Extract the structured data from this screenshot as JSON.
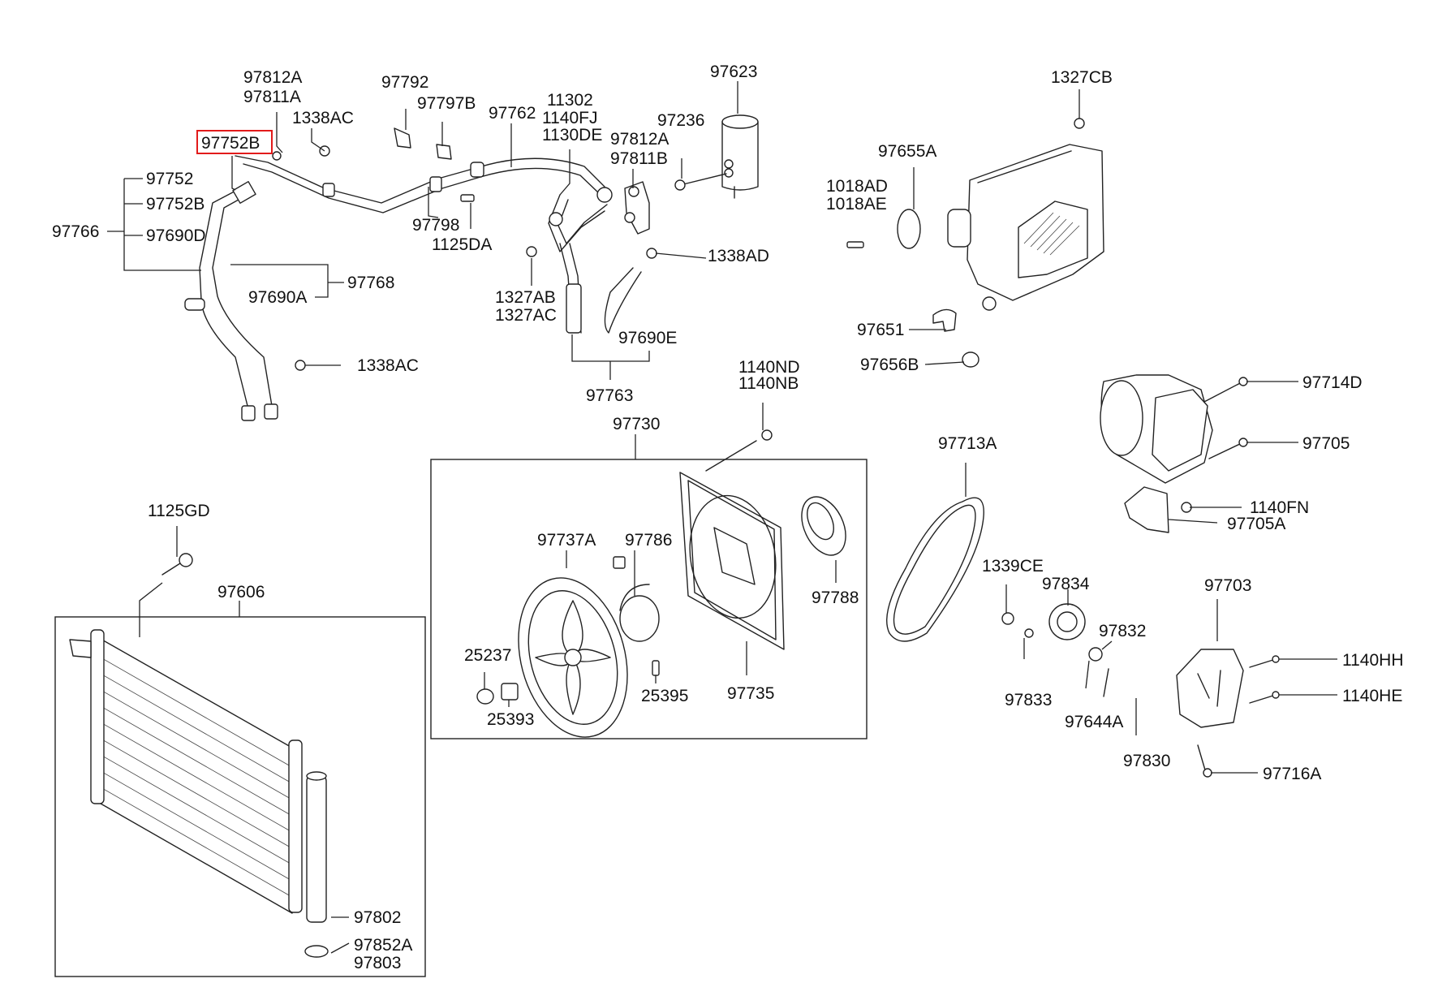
{
  "highlighted_part": "97752B",
  "labels": {
    "p97812A_a": "97812A",
    "p97811A": "97811A",
    "p1338AC_a": "1338AC",
    "p97752B_h": "97752B",
    "p97752": "97752",
    "p97752B": "97752B",
    "p97766": "97766",
    "p97690D": "97690D",
    "p97768": "97768",
    "p97690A": "97690A",
    "p1338AC_b": "1338AC",
    "p97792": "97792",
    "p97797B": "97797B",
    "p97762": "97762",
    "p11302": "11302",
    "p1140FJ": "1140FJ",
    "p1130DE": "1130DE",
    "p97812A_b": "97812A",
    "p97811B": "97811B",
    "p97798": "97798",
    "p1125DA": "1125DA",
    "p1327AB": "1327AB",
    "p1327AC": "1327AC",
    "p97690E": "97690E",
    "p97763": "97763",
    "p97623": "97623",
    "p97236": "97236",
    "p1338AD": "1338AD",
    "p1327CB": "1327CB",
    "p97655A": "97655A",
    "p1018AD": "1018AD",
    "p1018AE": "1018AE",
    "p97651": "97651",
    "p97656B": "97656B",
    "p1140ND": "1140ND",
    "p1140NB": "1140NB",
    "p97730": "97730",
    "p97737A": "97737A",
    "p97786": "97786",
    "p97788": "97788",
    "p25237": "25237",
    "p25393": "25393",
    "p25395": "25395",
    "p97735": "97735",
    "p1125GD": "1125GD",
    "p97606": "97606",
    "p97802": "97802",
    "p97852A": "97852A",
    "p97803": "97803",
    "p97714D": "97714D",
    "p97705": "97705",
    "p1140FN": "1140FN",
    "p97705A": "97705A",
    "p97713A": "97713A",
    "p1339CE": "1339CE",
    "p97834": "97834",
    "p97832": "97832",
    "p97833": "97833",
    "p97644A": "97644A",
    "p97830": "97830",
    "p97703": "97703",
    "p1140HH": "1140HH",
    "p1140HE": "1140HE",
    "p97716A": "97716A"
  },
  "colors": {
    "highlight": "#e21b1b",
    "line": "#222222"
  }
}
